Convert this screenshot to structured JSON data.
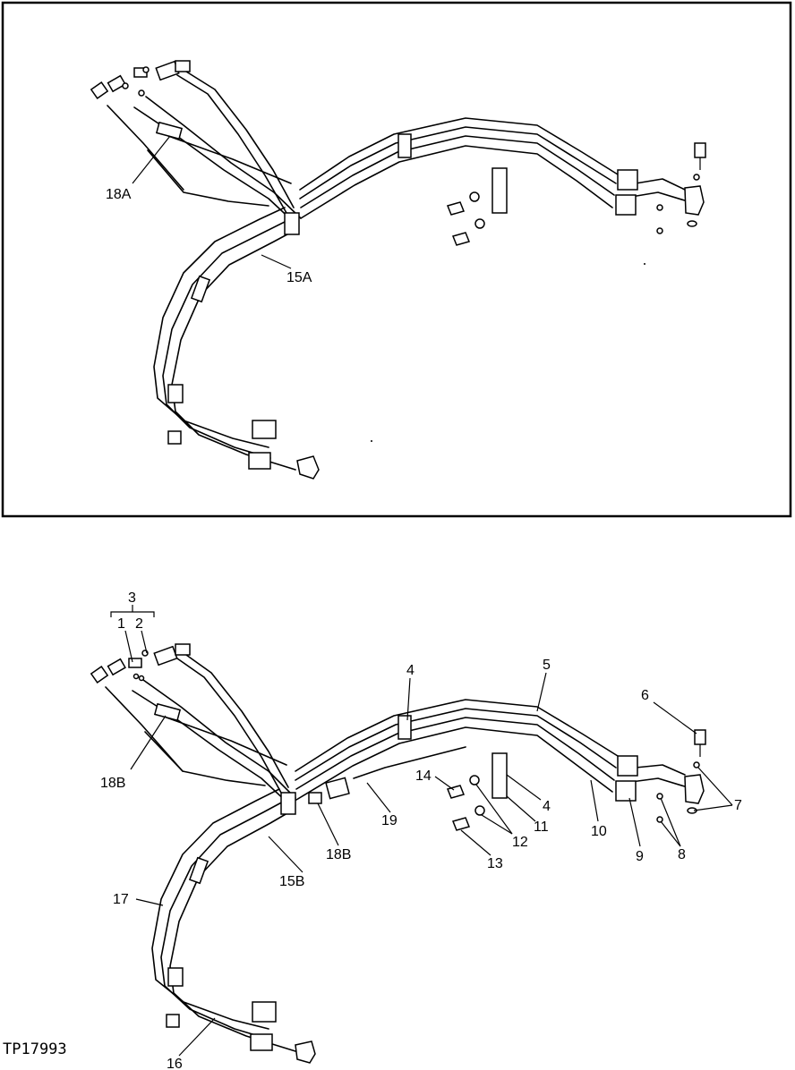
{
  "figure_id": "TP17993",
  "top_view": {
    "callouts": [
      "18A",
      "15A"
    ]
  },
  "bottom_view": {
    "callouts": [
      "3",
      "1",
      "2",
      "4",
      "5",
      "6",
      "7",
      "8",
      "9",
      "10",
      "11",
      "12",
      "13",
      "14",
      "4",
      "19",
      "18B",
      "18B",
      "15B",
      "17",
      "16"
    ]
  }
}
